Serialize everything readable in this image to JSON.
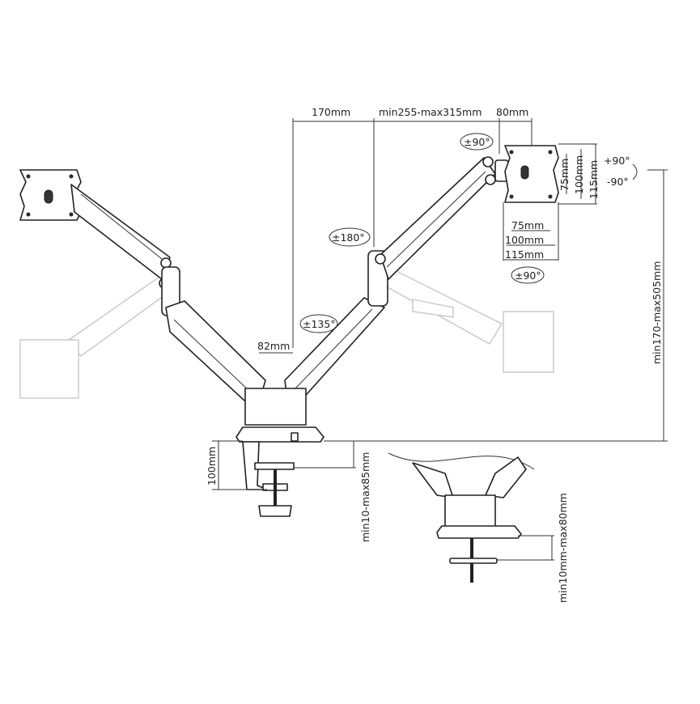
{
  "title": "Dual monitor arm dimension drawing",
  "dimensions": {
    "top_offset": "170mm",
    "arm_reach": "min255-max315mm",
    "plate_offset": "80mm",
    "pole_gap": "82mm",
    "height_range": "min170-max505mm",
    "clamp_height": "100mm",
    "clamp_range": "min10-max85mm",
    "grommet_range": "min10mm-max80mm",
    "vesa_v_75": "75mm",
    "vesa_v_100": "100mm",
    "vesa_v_115": "115mm",
    "vesa_h_75": "75mm",
    "vesa_h_100": "100mm",
    "vesa_h_115": "115mm"
  },
  "rotations": {
    "swivel_head": "±90°",
    "swivel_arm": "±180°",
    "swivel_base": "±135°",
    "rotate_plate": "±90°",
    "tilt_up": "+90°",
    "tilt_down": "-90°"
  },
  "colors": {
    "line": "#222222",
    "ghost": "#c8c8c8"
  }
}
